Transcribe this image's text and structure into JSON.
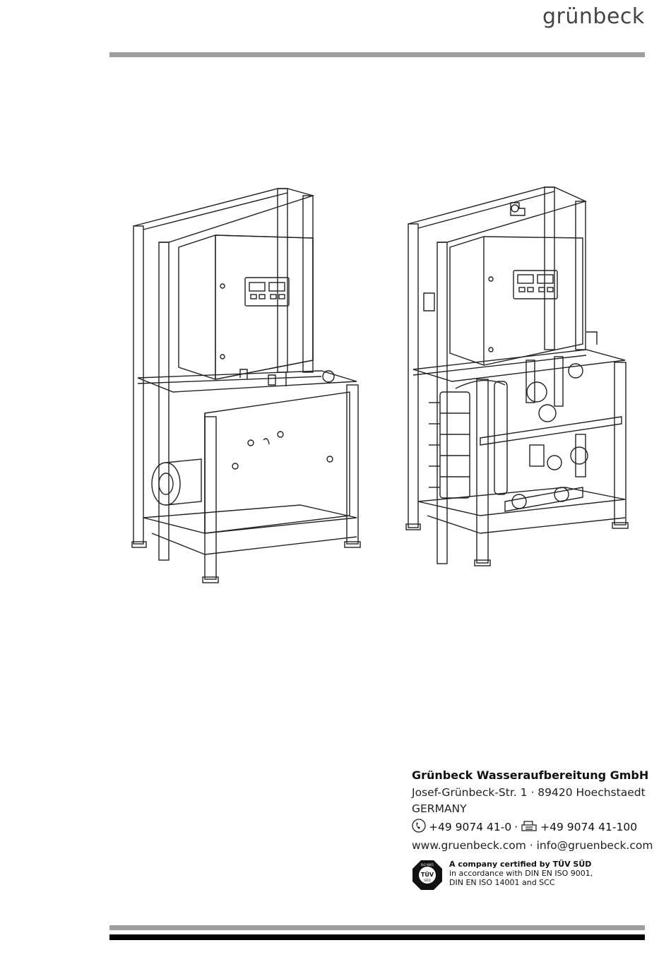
{
  "header": {
    "logo_text": "grünbeck"
  },
  "contact": {
    "company": "Grünbeck Wasseraufbereitung GmbH",
    "street": "Josef-Grünbeck-Str. 1  ·  89420 Hoechstaedt",
    "country": "GERMANY",
    "phone": "+49 9074 41-0",
    "separator": "·",
    "fax": "+49 9074 41-100",
    "web_email": "www.gruenbeck.com · info@gruenbeck.com"
  },
  "certification": {
    "title": "A company certified by TÜV SÜD",
    "line1": "in accordance with DIN EN ISO 9001,",
    "line2": "DIN EN ISO 14001 and SCC",
    "badge_top": "ISO 9001",
    "badge_mid": "TÜV",
    "badge_bottom": "SÜD"
  },
  "icons": {
    "phone": "phone-icon",
    "fax": "fax-icon"
  }
}
